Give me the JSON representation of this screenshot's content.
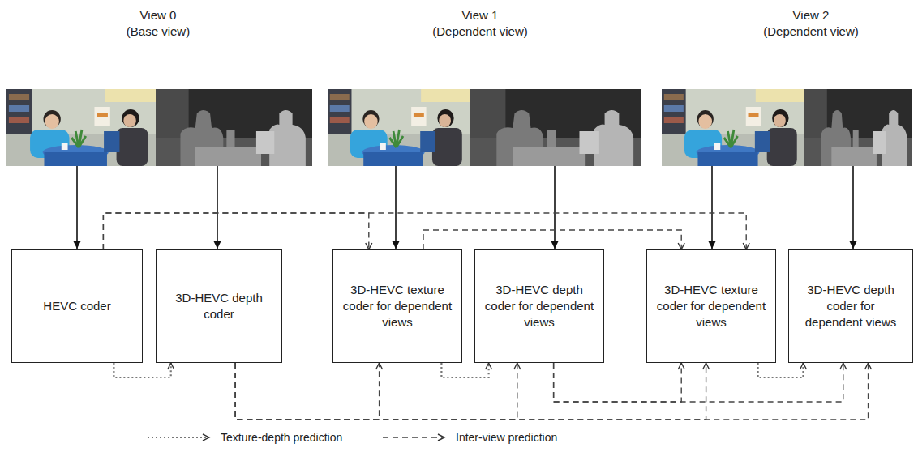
{
  "diagram": {
    "nodes": [
      {
        "text": [
          "HEVC coder"
        ]
      },
      {
        "text": [
          "3D-HEVC depth coder"
        ]
      },
      {
        "text": [
          "3D-HEVC texture coder for dependent views"
        ]
      },
      {
        "text": [
          "3D-HEVC depth coder for dependent views"
        ]
      },
      {
        "text": [
          "3D-HEVC texture coder for dependent views"
        ]
      },
      {
        "text": [
          "3D-HEVC depth coder for dependent views"
        ]
      }
    ],
    "edges": [
      {
        "from": 0,
        "to": 1,
        "arrow": "to"
      },
      {
        "from": 0,
        "to": 2,
        "arrow": "to"
      },
      {
        "from": 0,
        "to": 4,
        "arrow": "to"
      },
      {
        "from": 2,
        "to": 4,
        "arrow": "to"
      },
      {
        "from": 1,
        "to": 2,
        "arrow": "to"
      },
      {
        "from": 1,
        "to": 3,
        "arrow": "to"
      },
      {
        "from": 1,
        "to": 4,
        "arrow": "to"
      },
      {
        "from": 1,
        "to": 5,
        "arrow": "to"
      },
      {
        "from": 2,
        "to": 3,
        "arrow": "to"
      },
      {
        "from": 3,
        "to": 4,
        "arrow": "to"
      },
      {
        "from": 3,
        "to": 5,
        "arrow": "to"
      },
      {
        "from": 4,
        "to": 5,
        "arrow": "to"
      }
    ],
    "labels": [
      "View 0",
      "(Base view)",
      "View 1",
      "(Dependent view)",
      "View 2",
      "(Dependent view)"
    ],
    "legend": [
      {
        "text": "Texture-depth prediction"
      },
      {
        "text": "Inter-view prediction"
      }
    ]
  }
}
